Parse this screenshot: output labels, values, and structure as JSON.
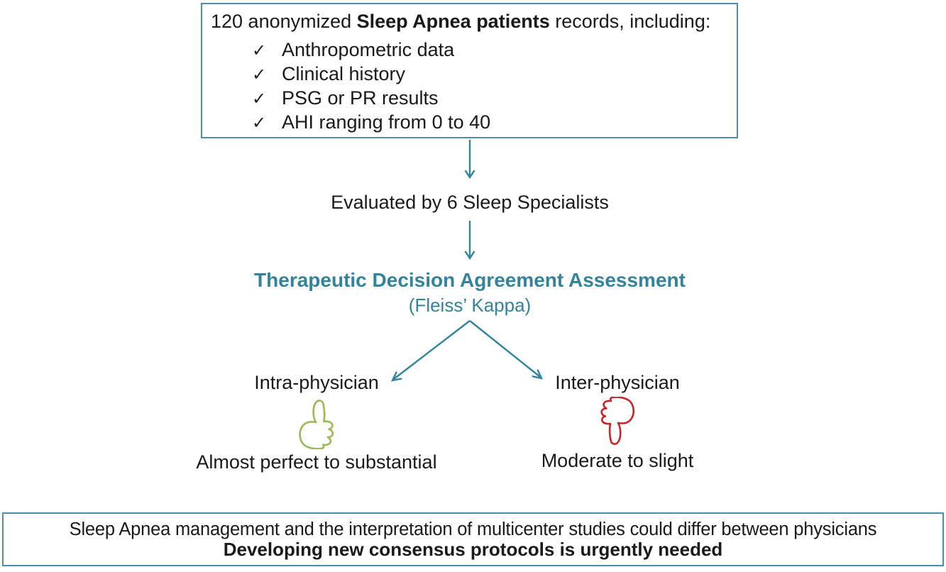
{
  "colors": {
    "teal_accent": "#31849b",
    "box_border": "#4a90ae",
    "thumb_up_green": "#9bbb59",
    "thumb_down_red": "#c8242b",
    "text": "#1a1a1a"
  },
  "top_box": {
    "title_prefix": "120 anonymized ",
    "title_bold": "Sleep Apnea patients",
    "title_suffix": " records, including:",
    "check_glyph": "✓",
    "items": [
      "Anthropometric data",
      "Clinical history",
      "PSG or PR results",
      "AHI ranging from 0 to 40"
    ]
  },
  "flow": {
    "evaluated_label": "Evaluated by 6 Sleep Specialists",
    "assessment_title": "Therapeutic Decision Agreement Assessment",
    "assessment_subtitle": "(Fleiss’ Kappa)"
  },
  "branches": {
    "left": {
      "label": "Intra-physician",
      "icon": "thumbs-up-icon",
      "result": "Almost perfect to substantial"
    },
    "right": {
      "label": "Inter-physician",
      "icon": "thumbs-down-icon",
      "result": "Moderate to slight"
    }
  },
  "bottom_box": {
    "line1": "Sleep Apnea management and the interpretation of multicenter studies could differ between physicians",
    "line2": "Developing new consensus protocols is urgently needed"
  }
}
